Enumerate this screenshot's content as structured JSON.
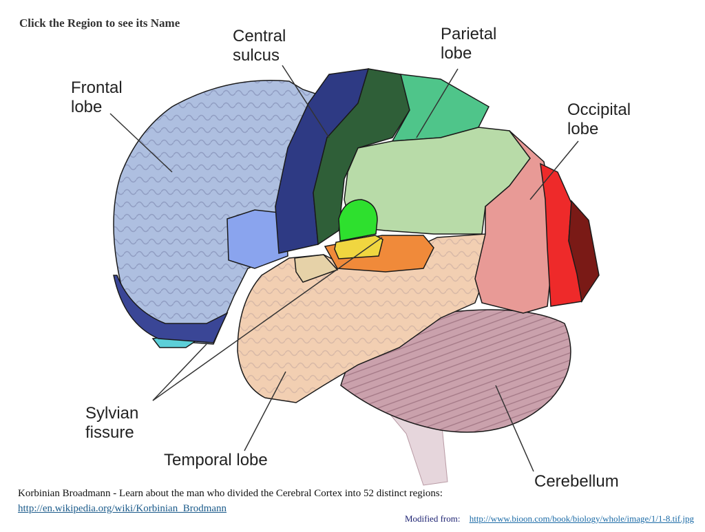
{
  "instruction": "Click the Region to see its Name",
  "labels": {
    "central_sulcus_1": "Central",
    "central_sulcus_2": "sulcus",
    "parietal_1": "Parietal",
    "parietal_2": "lobe",
    "frontal_1": "Frontal",
    "frontal_2": "lobe",
    "occipital_1": "Occipital",
    "occipital_2": "lobe",
    "sylvian_1": "Sylvian",
    "sylvian_2": "fissure",
    "temporal": "Temporal lobe",
    "cerebellum": "Cerebellum"
  },
  "footer": {
    "text": "Korbinian Broadmann  - Learn about the man who divided  the Cerebral Cortex into 52 distinct regions:",
    "link": "http://en.wikipedia.org/wiki/Korbinian_Brodmann"
  },
  "modified": {
    "label": "Modified  from:",
    "link": "http://www.bioon.com/book/biology/whole/image/1/1-8.tif.jpg"
  },
  "colors": {
    "frontal": "#aebfe0",
    "premotor_blue": "#8aa4ee",
    "motor_navy": "#2e3a84",
    "somatosensory_dark_green": "#2f5f38",
    "parietal_green": "#4fc58a",
    "parietal_light_green": "#b8dba8",
    "bright_green": "#2ee02e",
    "yellow": "#f0d640",
    "orange": "#f08a3a",
    "occipital_pink": "#e89a96",
    "occipital_red": "#ee2a2a",
    "occipital_dark_red": "#7a1a16",
    "temporal_peach": "#f2cfb2",
    "cerebellum_mauve": "#caa1ac",
    "orbital_cyan": "#5ccfd8"
  }
}
